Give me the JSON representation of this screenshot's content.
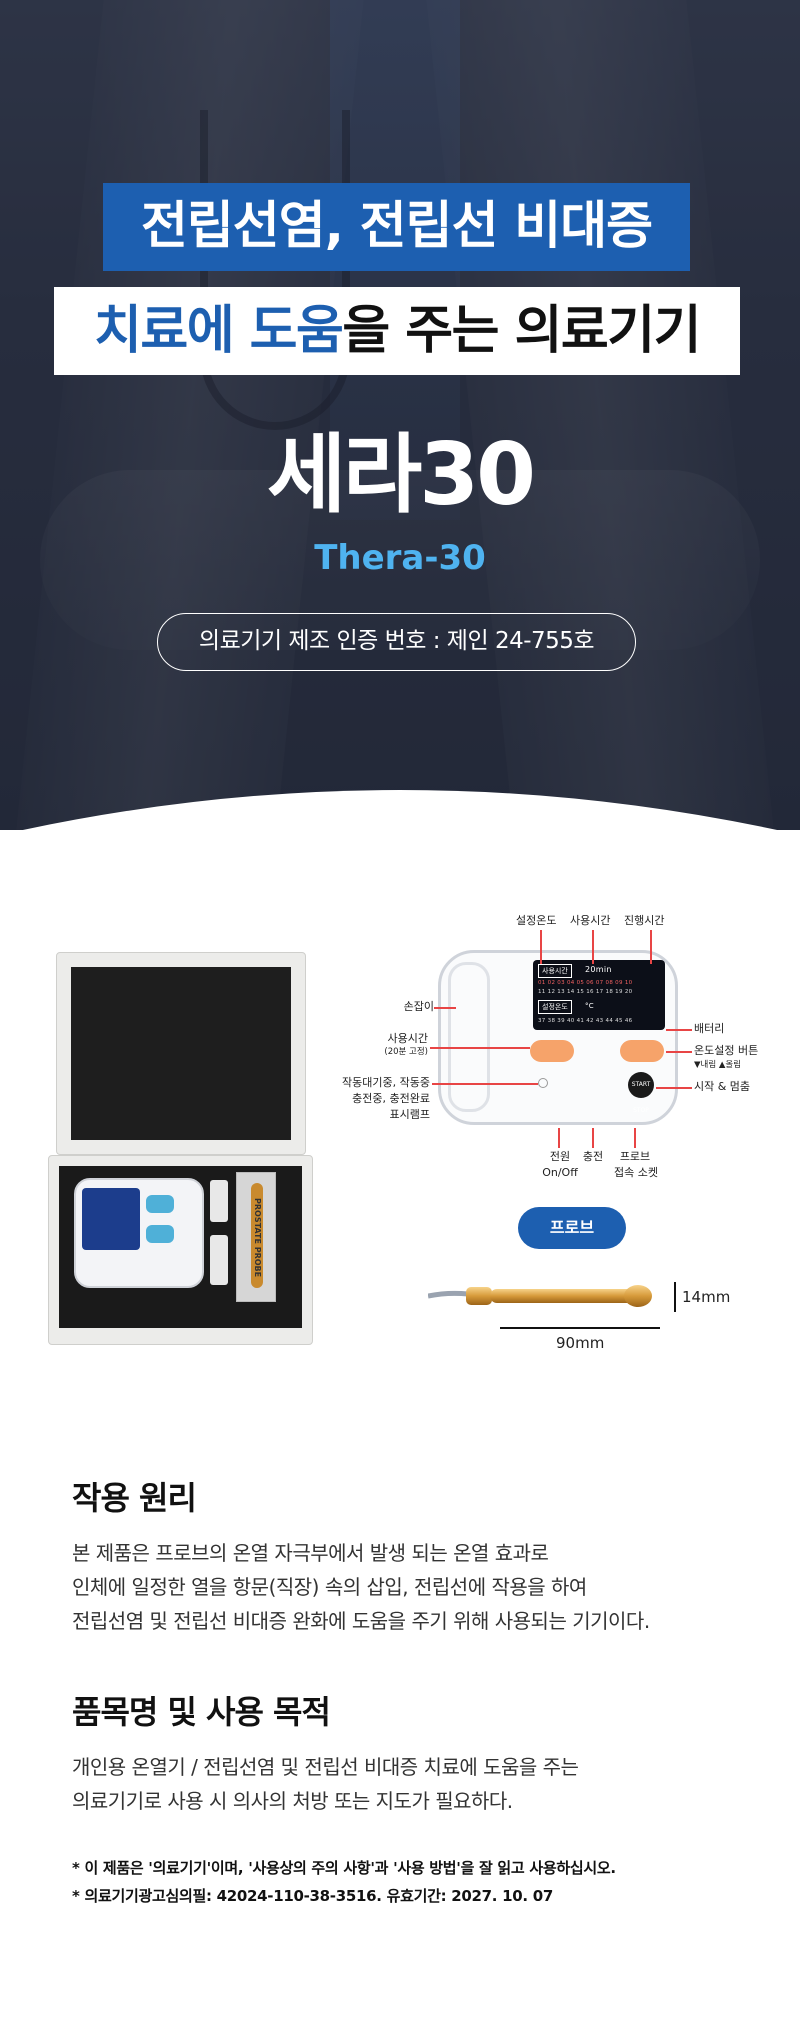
{
  "hero": {
    "headline_line1": "전립선염, 전립선 비대증",
    "headline_line2_highlight": "치료에 도움",
    "headline_line2_rest": "을 주는 의료기기",
    "product_name": "세라30",
    "product_name_en": "Thera-30",
    "certification": "의료기기 제조 인증 번호 : 제인 24-755호",
    "colors": {
      "accent_blue": "#1d5fb0",
      "sub_blue": "#4fb3f0",
      "hero_bg": "#2e3547"
    }
  },
  "product_case": {
    "probe_pack_text": "PROSTATE PROBE"
  },
  "diagram": {
    "labels": {
      "set_temp": "설정온도",
      "use_time": "사용시간",
      "progress_time": "진행시간",
      "handle": "손잡이",
      "use_time_left": "사용시간",
      "use_time_fixed": "(20분 고정)",
      "lamp_1": "작동대기중, 작동중",
      "lamp_2": "충전중, 충전완료",
      "lamp_3": "표시램프",
      "battery": "배터리",
      "temp_button": "온도설정 버튼",
      "temp_button_sub": "▼내림 ▲올림",
      "start_stop": "시작 & 멈춤",
      "power": "전원",
      "power_sub": "On/Off",
      "charge": "충전",
      "probe_socket": "프로브",
      "probe_socket_sub": "접속 소켓"
    },
    "screen": {
      "use_time_label": "사용시간",
      "minutes": "20min",
      "row1": "01 02 03 04 05 06 07 08 09 10",
      "row2": "11 12 13 14 15 16 17 18 19 20",
      "set_temp_label": "설정온도",
      "celsius": "°C",
      "row3": "37 38 39 40 41 42 43 44 45 46"
    },
    "device_buttons": {
      "start": "START STOP"
    }
  },
  "probe": {
    "pill_label": "프로브",
    "diameter": "14mm",
    "length": "90mm"
  },
  "principle": {
    "title": "작용 원리",
    "lines": [
      "본 제품은 프로브의 온열 자극부에서 발생 되는 온열 효과로",
      "인체에 일정한 열을 항문(직장) 속의 삽입, 전립선에 작용을 하여",
      "전립선염 및 전립선 비대증 완화에 도움을 주기 위해 사용되는 기기이다."
    ]
  },
  "purpose": {
    "title": "품목명 및 사용 목적",
    "lines": [
      "개인용 온열기 / 전립선염 및 전립선 비대증 치료에 도움을 주는",
      "의료기기로 사용 시 의사의 처방 또는 지도가 필요하다."
    ]
  },
  "notes": [
    "* 이 제품은 '의료기기'이며, '사용상의 주의 사항'과  '사용 방법'을 잘 읽고 사용하십시오.",
    "* 의료기기광고심의필: 42024-110-38-3516. 유효기간: 2027. 10. 07"
  ]
}
